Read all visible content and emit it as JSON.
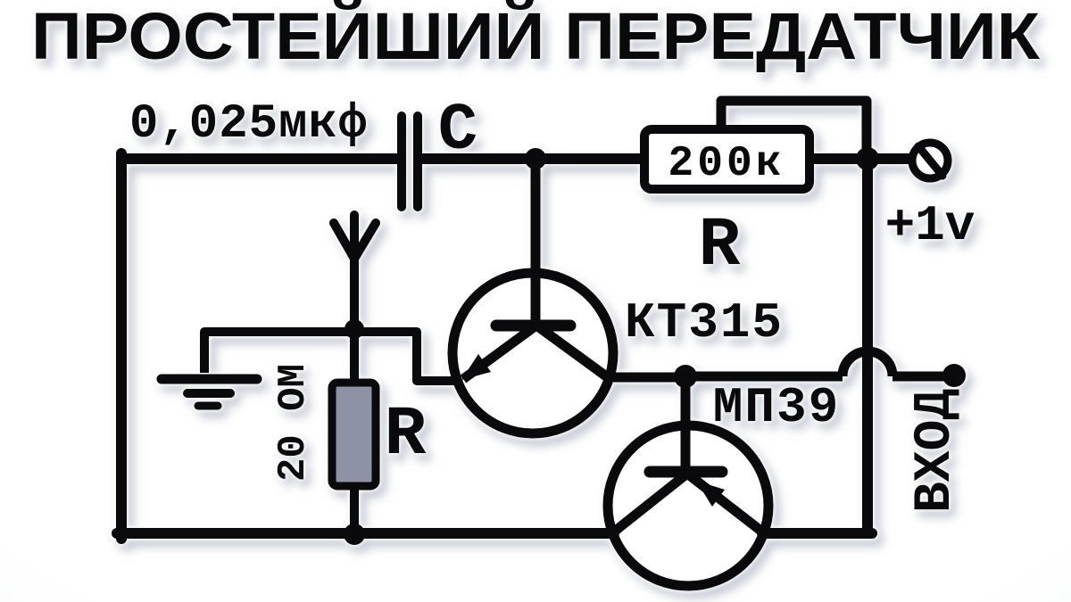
{
  "title": "ПРОСТЕЙШИЙ ПЕРЕДАТЧИК",
  "colors": {
    "ink": "#0a0a0c",
    "resistor_fill": "#8d93a4",
    "background": "#ffffff",
    "soft_shadow": "rgba(151,158,176,0.55)"
  },
  "components": {
    "capacitor": {
      "value": "0,025мкф",
      "designator": "C"
    },
    "bias_resistor": {
      "value": "200к",
      "designator": "R"
    },
    "emitter_resistor": {
      "value": "20 ОМ",
      "designator": "R"
    },
    "transistor_kt315": {
      "part": "КТ315"
    },
    "transistor_mp39": {
      "part": "МП39"
    },
    "power_terminal": {
      "label": "+1v"
    },
    "input_terminal": {
      "label": "ВХОД"
    }
  },
  "icons": [
    "capacitor-icon",
    "antenna-icon",
    "ground-icon",
    "npn-transistor-icon",
    "pnp-transistor-icon",
    "screw-terminal-icon",
    "input-terminal-dot-icon",
    "wire-hop-icon",
    "resistor-box-icon",
    "junction-dot"
  ]
}
